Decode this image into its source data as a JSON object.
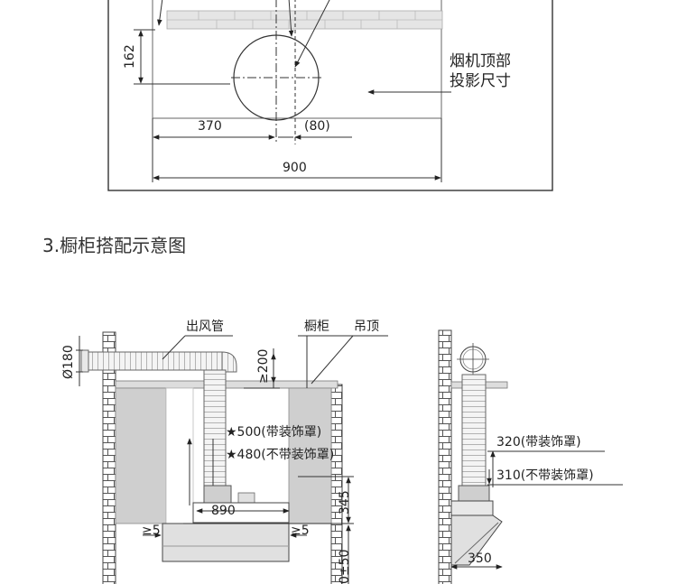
{
  "top_view": {
    "dim_162": "162",
    "dim_370": "370",
    "dim_80": "(80)",
    "dim_900": "900",
    "note_line1": "烟机顶部",
    "note_line2": "投影尺寸"
  },
  "section": {
    "title": "3.橱柜搭配示意图"
  },
  "front_view": {
    "duct_label": "出风管",
    "cabinet_label": "橱柜",
    "ceiling_label": "吊顶",
    "dia_180": "Ø180",
    "min_200": "≥200",
    "h500": "★500(带装饰罩)",
    "h480": "★480(不带装饰罩)",
    "w890": "890",
    "h345": "345",
    "gap_left": "≥5",
    "gap_right": "≥5",
    "h_bottom": "0±50"
  },
  "side_view": {
    "d320": "320(带装饰罩)",
    "d310": "310(不带装饰罩)",
    "d350": "350"
  }
}
